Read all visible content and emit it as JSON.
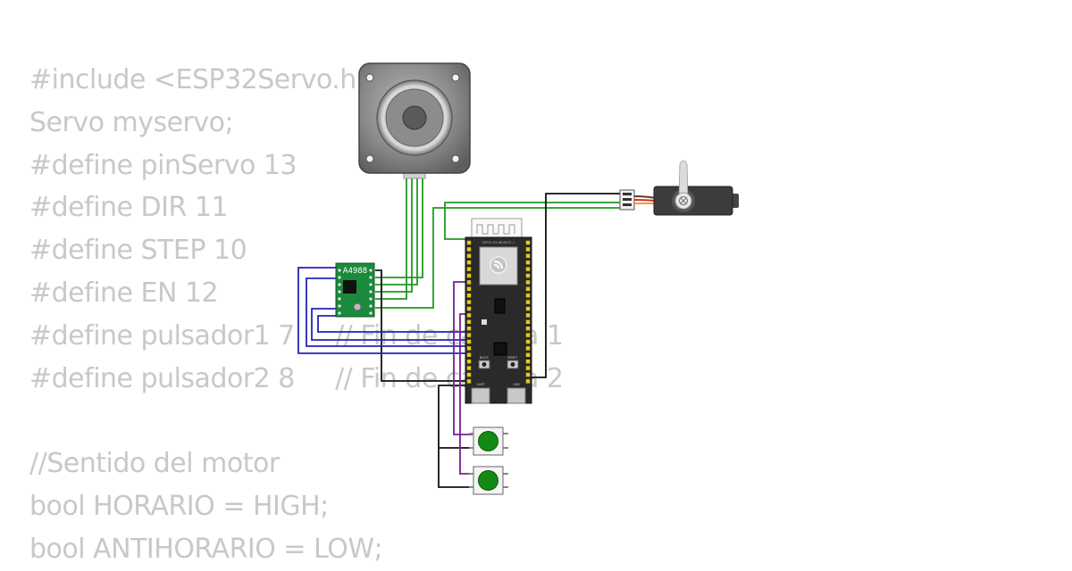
{
  "code_lines": [
    "#include <ESP32Servo.h>",
    "Servo myservo;",
    "#define pinServo 13",
    "#define DIR 11",
    "#define STEP 10",
    "#define EN 12",
    "#define pulsador1 7     // Fin de carrera 1",
    "#define pulsador2 8     // Fin de carrera 2",
    "",
    "//Sentido del motor",
    "bool HORARIO = HIGH;",
    "bool ANTIHORARIO = LOW;"
  ],
  "components": {
    "driver_label": "A4988",
    "board_silkscreen": "ESP32-S3-DEVKITC-1",
    "boot_label": "BOOT",
    "reset_label": "RESET",
    "usb1_label": "UART",
    "usb2_label": "USB"
  },
  "colors": {
    "wire_green": "#1f9a1f",
    "wire_black": "#111111",
    "wire_blue": "#2323b8",
    "wire_purple": "#7a1f8f",
    "board": "#2a2a2a",
    "driver_pcb": "#1c8a3c",
    "button_cap": "#138a13"
  }
}
